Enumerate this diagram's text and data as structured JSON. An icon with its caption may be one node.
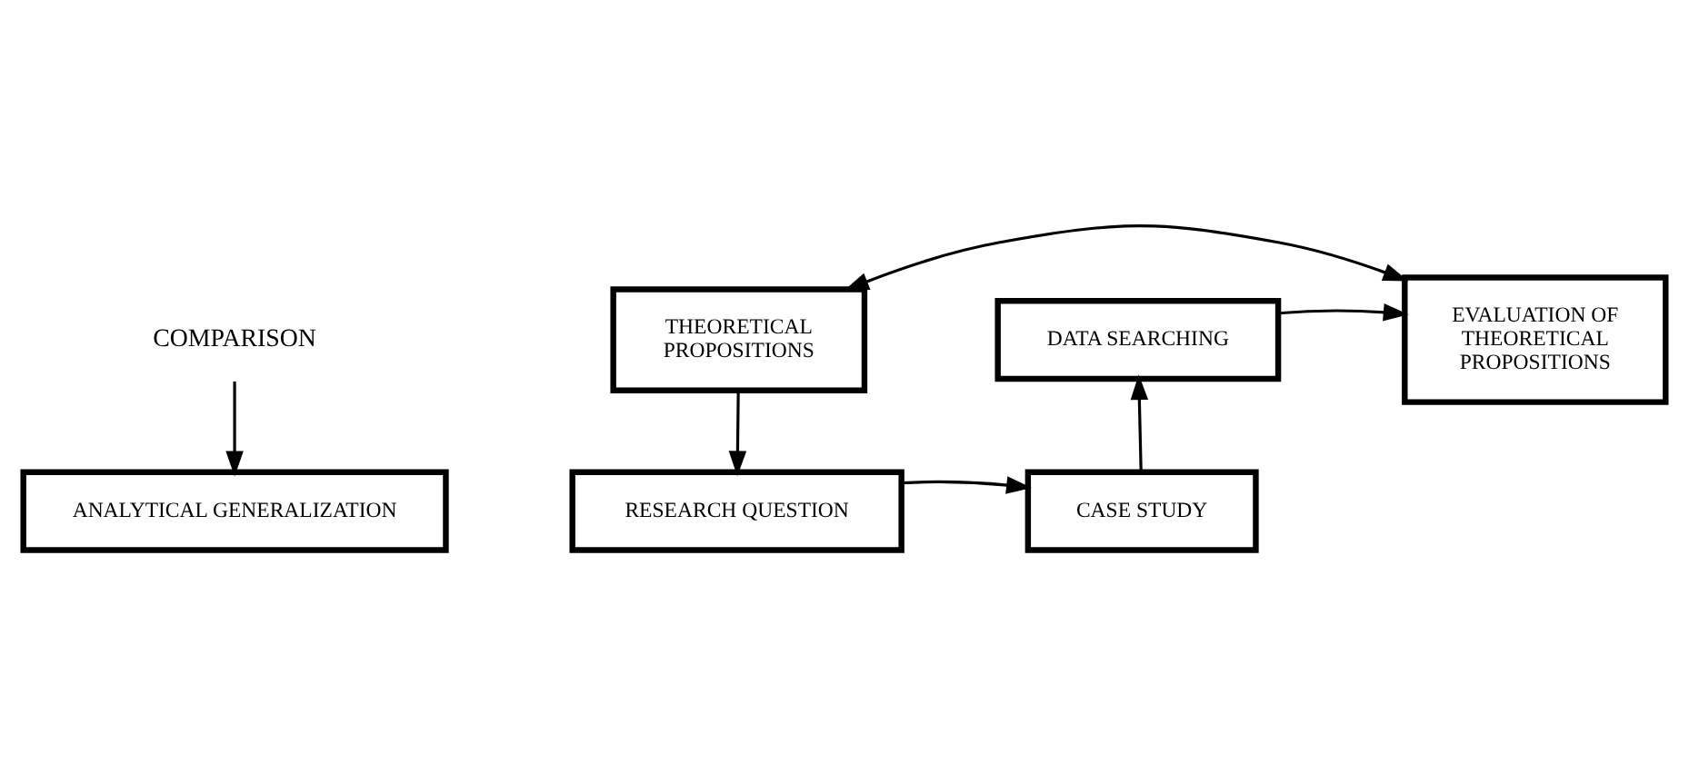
{
  "diagram": {
    "nodes": [
      {
        "text": [
          "ANALYTICAL GENERALIZATION"
        ]
      },
      {
        "text": [
          "COMPARISON"
        ]
      },
      {
        "text": [
          "THEORETICAL PROPOSITIONS"
        ]
      },
      {
        "text": [
          "DATA SEARCHING"
        ]
      },
      {
        "text": [
          "EVALUATION OF THEORETICAL PROPOSITIONS"
        ]
      },
      {
        "text": [
          "RESEARCH QUESTION"
        ]
      },
      {
        "text": [
          "CASE STUDY"
        ]
      }
    ],
    "edges": [
      {
        "from": 1,
        "to": 0,
        "arrow": "to"
      },
      {
        "from": 2,
        "to": 4,
        "arrow": "both"
      },
      {
        "from": 2,
        "to": 5,
        "arrow": "to"
      },
      {
        "from": 5,
        "to": 6,
        "arrow": "to"
      },
      {
        "from": 6,
        "to": 3,
        "arrow": "to"
      },
      {
        "from": 3,
        "to": 4,
        "arrow": "to"
      }
    ]
  }
}
